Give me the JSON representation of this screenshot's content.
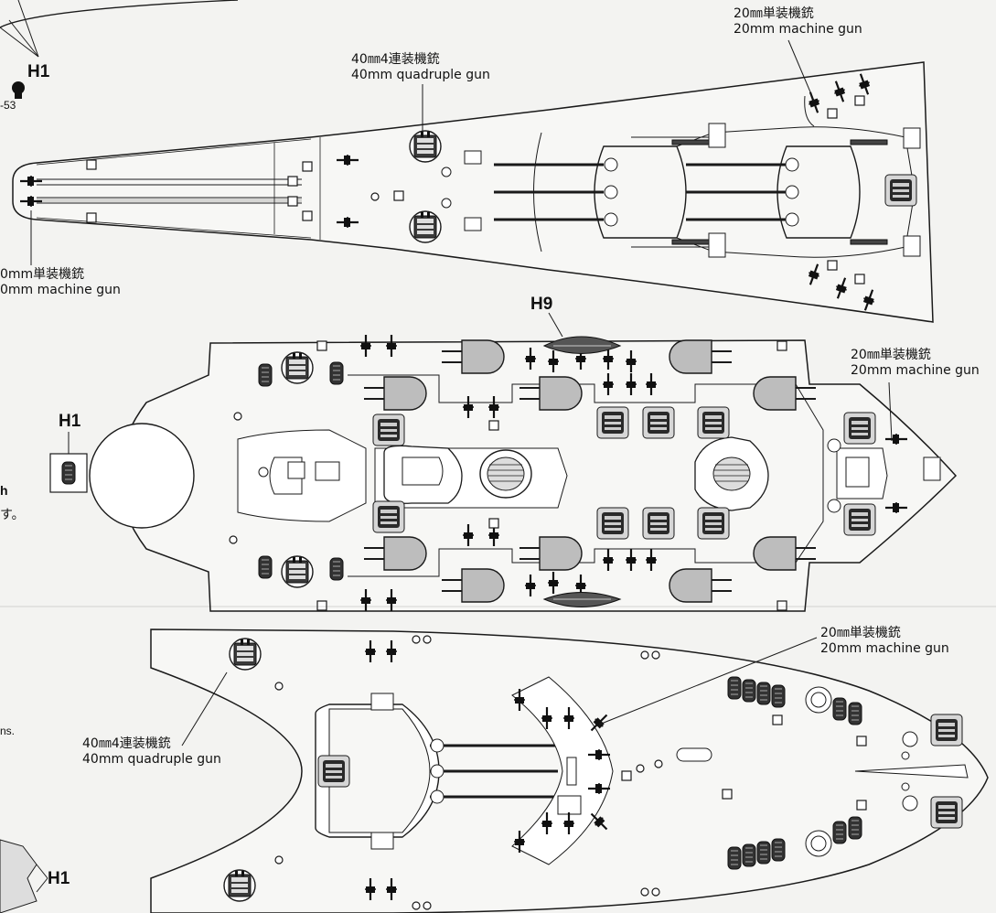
{
  "labels": {
    "mg_ja": "20㎜単装機銃",
    "mg_en": "20mm machine gun",
    "quad_ja": "40㎜4連装機銃",
    "quad_en": "40mm quadruple gun",
    "part_h1": "H1",
    "part_h9": "H9",
    "ref_53": "-53",
    "frag_mg_left": "0mm単装機銃",
    "frag_mg_left_en": "0mm machine gun",
    "frag_h": "h",
    "frag_su": "す。",
    "frag_ns": "ns."
  },
  "colors": {
    "line": "#1a1a1a",
    "deck": "#f7f7f5",
    "mount": "#2a2a2a",
    "turret": "#bdbdbd",
    "page": "#f3f3f1"
  },
  "icons": [
    "mount-40mm-quad-icon",
    "mg-20mm-icon",
    "turret-main-icon",
    "raft-icon",
    "vent-icon"
  ]
}
